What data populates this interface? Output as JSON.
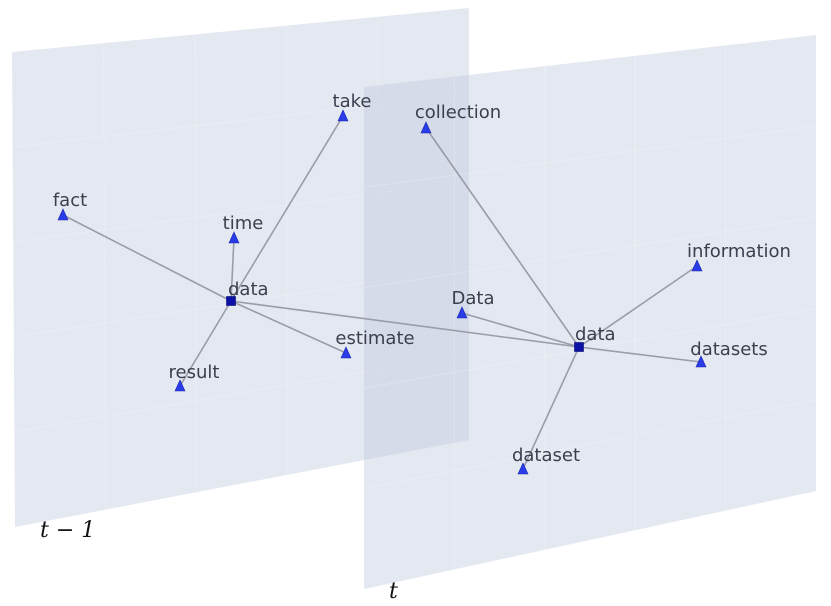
{
  "planes": [
    {
      "id": "prev",
      "label": "t − 1",
      "nodes": [
        {
          "id": "data_prev",
          "label": "data",
          "shape": "square"
        },
        {
          "id": "take",
          "label": "take",
          "shape": "triangle"
        },
        {
          "id": "fact",
          "label": "fact",
          "shape": "triangle"
        },
        {
          "id": "time",
          "label": "time",
          "shape": "triangle"
        },
        {
          "id": "estimate",
          "label": "estimate",
          "shape": "triangle"
        },
        {
          "id": "result",
          "label": "result",
          "shape": "triangle"
        }
      ]
    },
    {
      "id": "curr",
      "label": "t",
      "nodes": [
        {
          "id": "data_curr",
          "label": "data",
          "shape": "square"
        },
        {
          "id": "collection",
          "label": "collection",
          "shape": "triangle"
        },
        {
          "id": "information",
          "label": "information",
          "shape": "triangle"
        },
        {
          "id": "Data",
          "label": "Data",
          "shape": "triangle"
        },
        {
          "id": "datasets",
          "label": "datasets",
          "shape": "triangle"
        },
        {
          "id": "dataset",
          "label": "dataset",
          "shape": "triangle"
        }
      ]
    }
  ],
  "edges": [
    [
      "data_prev",
      "take"
    ],
    [
      "data_prev",
      "fact"
    ],
    [
      "data_prev",
      "time"
    ],
    [
      "data_prev",
      "estimate"
    ],
    [
      "data_prev",
      "result"
    ],
    [
      "data_prev",
      "data_curr"
    ],
    [
      "data_curr",
      "collection"
    ],
    [
      "data_curr",
      "information"
    ],
    [
      "data_curr",
      "Data"
    ],
    [
      "data_curr",
      "datasets"
    ],
    [
      "data_curr",
      "dataset"
    ]
  ],
  "colors": {
    "plane": "#c4cbe0",
    "edge": "#9a9ca8",
    "triangle_node": "#2a3be8",
    "square_node": "#0c12a8",
    "label": "#3b3f4e"
  }
}
